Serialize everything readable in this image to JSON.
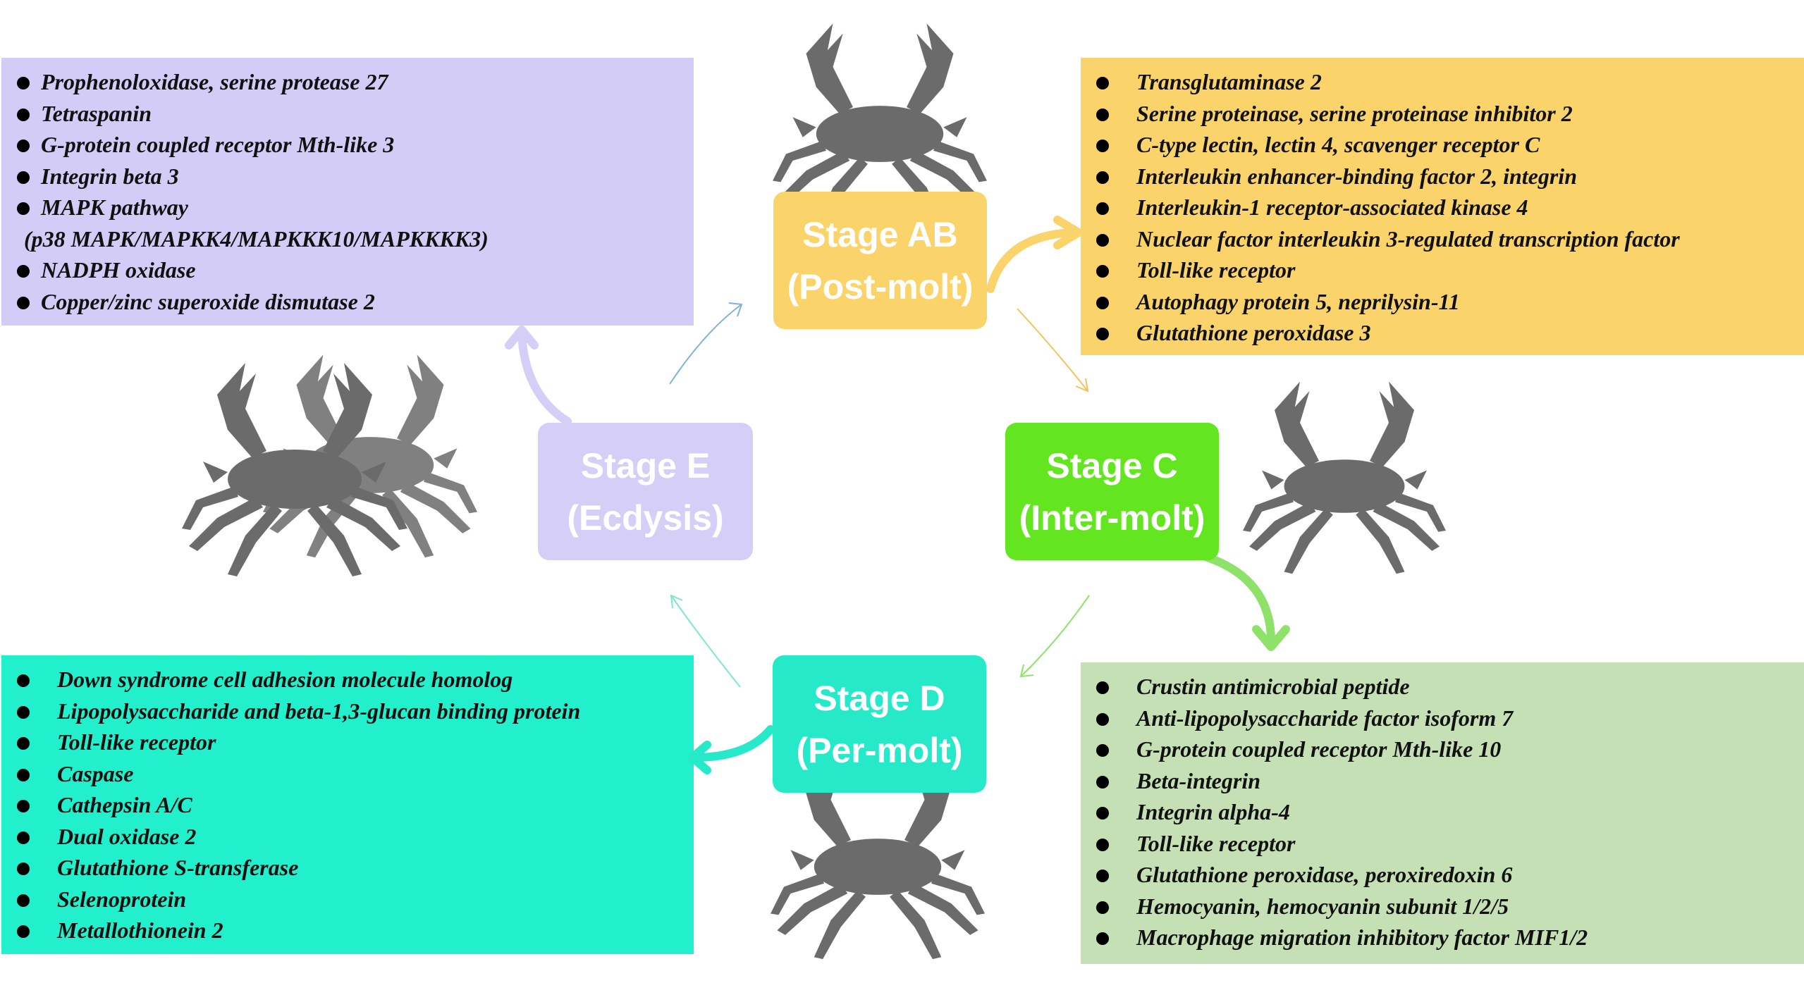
{
  "colors": {
    "purple_panel": "#d3ccf6",
    "purple_stage": "#d5cff7",
    "yellow_panel": "#fad46a",
    "yellow_stage": "#fad46a",
    "green_stage": "#63e620",
    "green_panel": "#c5e0b4",
    "teal_panel": "#22efcb",
    "teal_stage": "#25e9c9",
    "crab": "#6b6b6b"
  },
  "stages": {
    "ab": {
      "line1": "Stage AB",
      "line2": "(Post-molt)"
    },
    "c": {
      "line1": "Stage C",
      "line2": "(Inter-molt)"
    },
    "d": {
      "line1": "Stage D",
      "line2": "(Per-molt)"
    },
    "e": {
      "line1": "Stage E",
      "line2": "(Ecdysis)"
    }
  },
  "panels": {
    "e_list": [
      "Prophenoloxidase, serine protease 27",
      "Tetraspanin",
      "G-protein coupled receptor Mth-like 3",
      "Integrin beta 3",
      "MAPK pathway",
      "(p38 MAPK/MAPKK4/MAPKKK10/MAPKKKK3)",
      "NADPH oxidase",
      "Copper/zinc superoxide dismutase 2"
    ],
    "ab_list": [
      "Transglutaminase 2",
      "Serine proteinase, serine proteinase inhibitor 2",
      "C-type lectin, lectin 4, scavenger receptor C",
      "Interleukin enhancer-binding factor 2, integrin",
      "Interleukin-1 receptor-associated kinase 4",
      "Nuclear factor interleukin 3-regulated transcription factor",
      "Toll-like receptor",
      "Autophagy protein 5, neprilysin-11",
      "Glutathione peroxidase 3"
    ],
    "d_list": [
      "Down syndrome cell adhesion molecule homolog",
      "Lipopolysaccharide and beta-1,3-glucan binding protein",
      "Toll-like receptor",
      "Caspase",
      "Cathepsin A/C",
      "Dual oxidase 2",
      "Glutathione S-transferase",
      "Selenoprotein",
      "Metallothionein 2"
    ],
    "c_list": [
      "Crustin antimicrobial peptide",
      "Anti-lipopolysaccharide factor isoform 7",
      "G-protein coupled receptor Mth-like 10",
      "Beta-integrin",
      "Integrin alpha-4",
      "Toll-like receptor",
      "Glutathione peroxidase, peroxiredoxin 6",
      "Hemocyanin, hemocyanin subunit 1/2/5",
      "Macrophage migration inhibitory factor MIF1/2"
    ]
  }
}
